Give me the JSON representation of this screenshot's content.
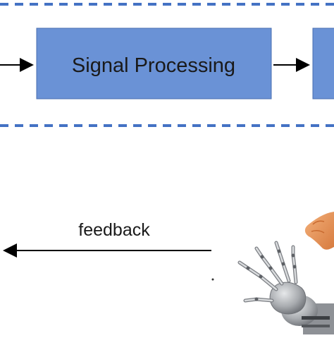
{
  "diagram": {
    "nodes": [
      {
        "id": "signal-processing",
        "label": "Signal Processing"
      },
      {
        "id": "next-block",
        "label": ""
      }
    ],
    "edges": [
      {
        "from": "input",
        "to": "signal-processing"
      },
      {
        "from": "signal-processing",
        "to": "next-block"
      },
      {
        "from": "hand",
        "to": "output",
        "label": "feedback"
      }
    ],
    "labels": {
      "signal_processing": "Signal Processing",
      "feedback": "feedback"
    },
    "colors": {
      "block_fill": "#6a92d6",
      "block_stroke": "#4a6fb0",
      "dashed_line": "#4472c4",
      "arrow": "#000000",
      "text": "#1a1a1a",
      "robot_hand": "#a9acb0",
      "human_hand": "#e8975c"
    },
    "images": [
      {
        "name": "robotic-hand",
        "kind": "photo"
      },
      {
        "name": "human-hand",
        "kind": "photo"
      }
    ]
  }
}
